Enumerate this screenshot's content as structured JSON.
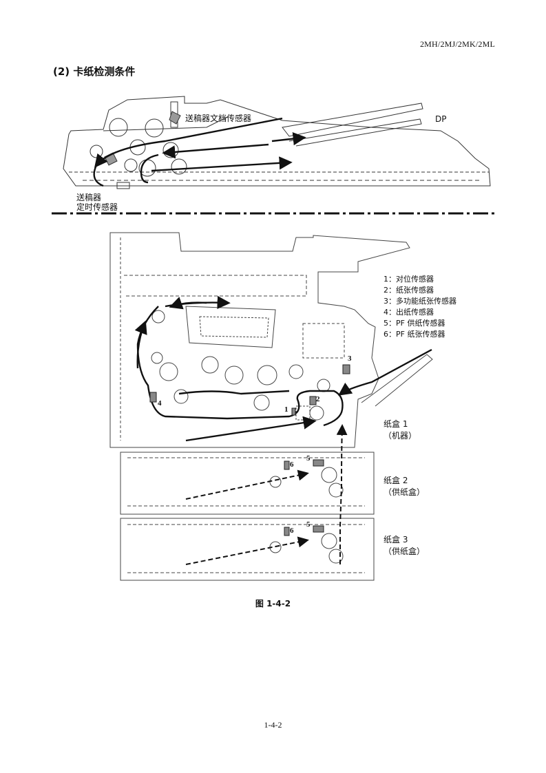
{
  "header": {
    "model_code": "2MH/2MJ/2MK/2ML"
  },
  "section": {
    "title": "(2) 卡纸检测条件"
  },
  "top_diagram": {
    "unit_label": "DP",
    "doc_sensor_label": "送稿器文档传感器",
    "timing_sensor_label_line1": "送稿器",
    "timing_sensor_label_line2": "定时传感器"
  },
  "legend": [
    {
      "text": "1：对位传感器"
    },
    {
      "text": "2：纸张传感器"
    },
    {
      "text": "3：多功能纸张传感器"
    },
    {
      "text": "4：出纸传感器"
    },
    {
      "text": "5：PF 供纸传感器"
    },
    {
      "text": "6：PF 纸张传感器"
    }
  ],
  "sensor_markers": [
    "1",
    "2",
    "3",
    "4",
    "5",
    "6",
    "5",
    "6"
  ],
  "cassettes": [
    {
      "name": "纸盒 1",
      "detail": "（机器）"
    },
    {
      "name": "纸盒 2",
      "detail": "（供纸盒）"
    },
    {
      "name": "纸盒 3",
      "detail": "（供纸盒）"
    }
  ],
  "figure": {
    "caption": "图 1-4-2"
  },
  "footer": {
    "page_number": "1-4-2"
  }
}
